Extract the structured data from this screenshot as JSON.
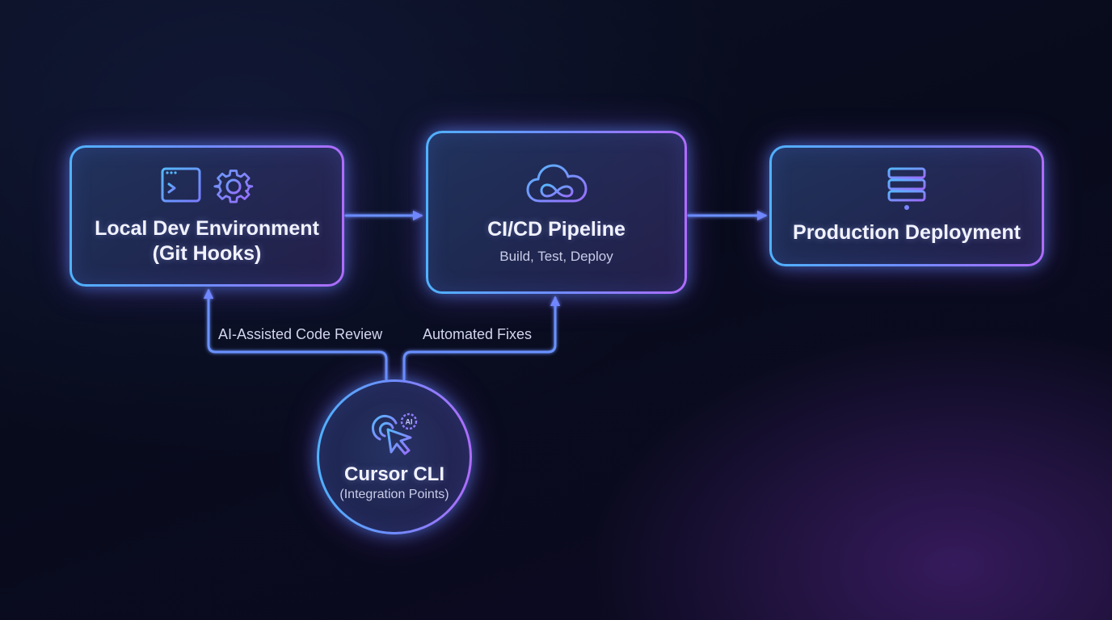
{
  "nodes": {
    "local_dev": {
      "title_line1": "Local Dev Environment",
      "title_line2": "(Git Hooks)",
      "icons": [
        "terminal-window-icon",
        "gear-icon"
      ]
    },
    "cicd": {
      "title": "CI/CD Pipeline",
      "subtitle": "Build, Test, Deploy",
      "icons": [
        "cloud-infinity-icon"
      ]
    },
    "production": {
      "title": "Production Deployment",
      "icons": [
        "server-stack-icon"
      ]
    },
    "cursor_cli": {
      "title": "Cursor CLI",
      "subtitle": "(Integration Points)",
      "icons": [
        "ai-cursor-icon"
      ],
      "badge": "AI"
    }
  },
  "connectors": {
    "review_label": "AI-Assisted Code Review",
    "fixes_label": "Automated Fixes"
  },
  "colors": {
    "accent_blue": "#4fb2ff",
    "accent_indigo": "#6f8cff",
    "accent_purple": "#b06bff",
    "background": "#080b1c"
  }
}
